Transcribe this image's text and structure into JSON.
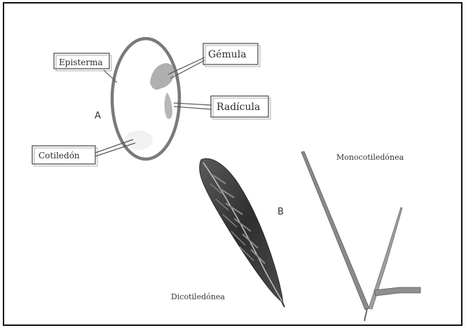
{
  "labels": {
    "episperma": "Episterma",
    "gemula": "Gémula",
    "radicula": "Radícula",
    "cotiledon": "Cotiledón",
    "part_a": "A",
    "part_b": "B",
    "monocot": "Monocotiledónea",
    "dicot": "Dicotiledónea"
  },
  "colors": {
    "seed_outline": "#7a7a7a",
    "embryo": "#b0b0b0",
    "leaf_dark": "#3a3a3a",
    "leaf_mid": "#6e6e6e",
    "grass": "#8a8a8a",
    "frame": "#111111"
  }
}
